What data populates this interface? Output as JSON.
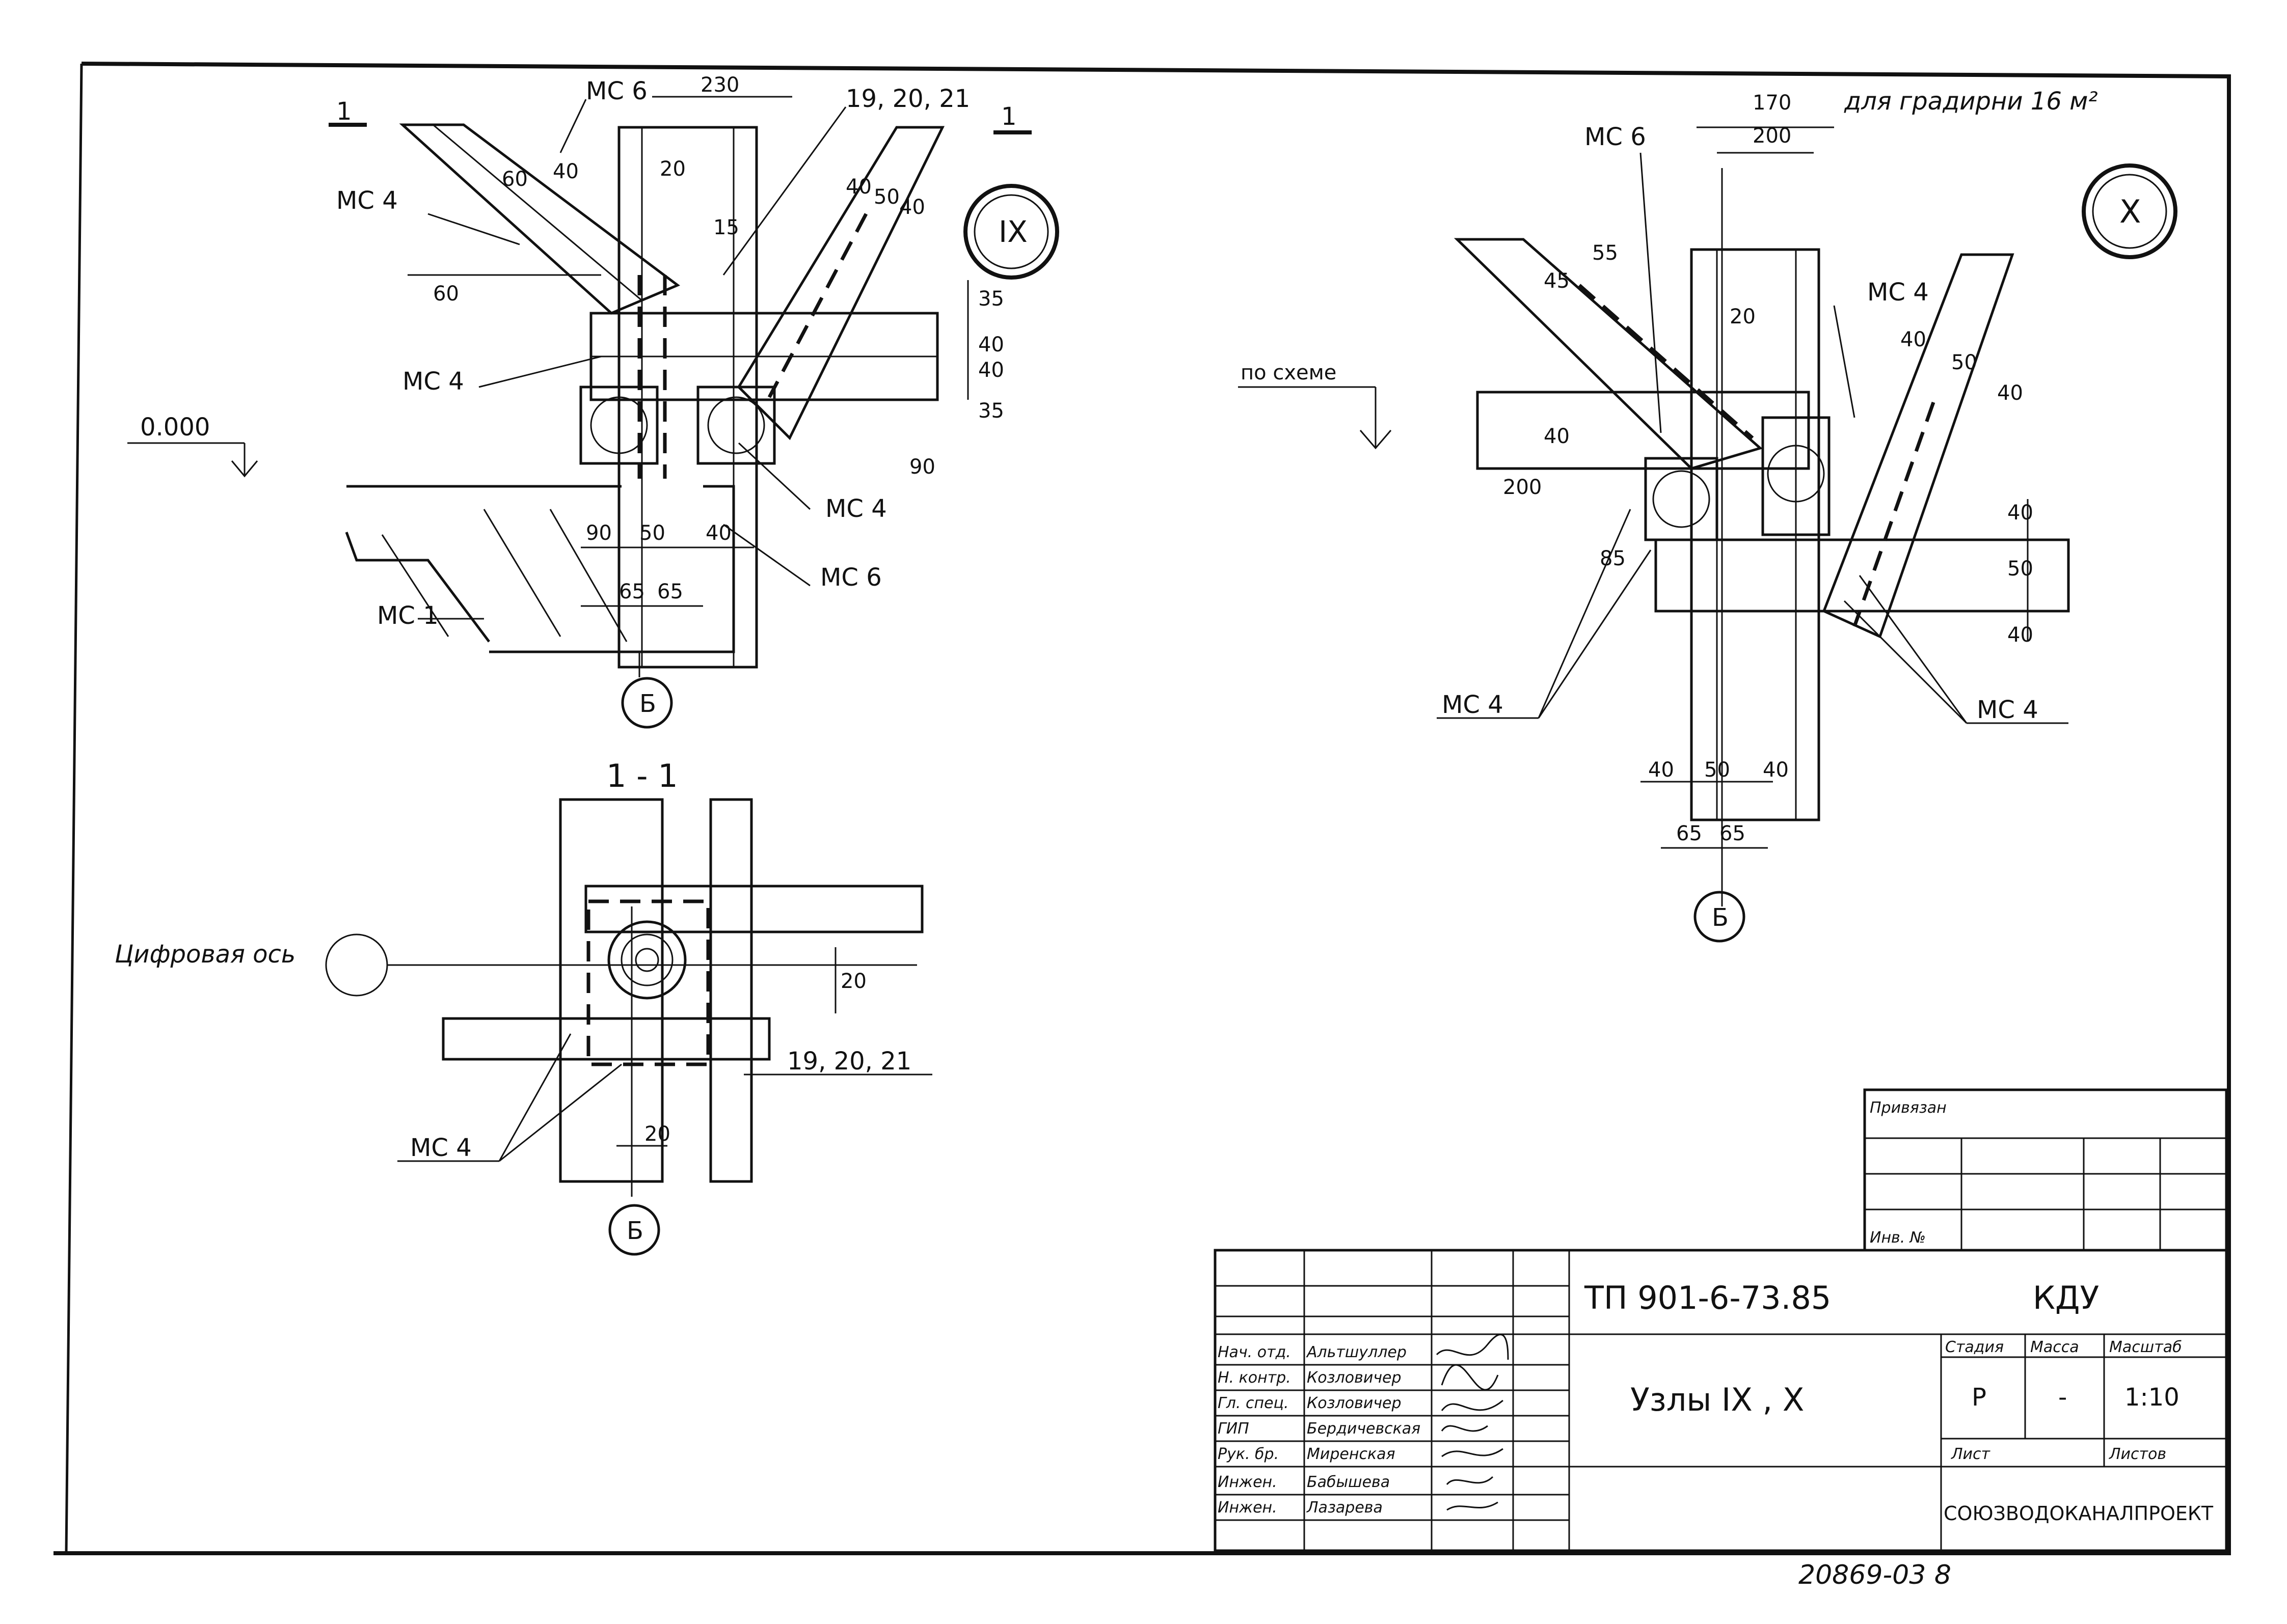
{
  "node_ix": {
    "roman": "IX",
    "section_mark": "1",
    "top_dims": [
      "230",
      "20",
      "40",
      "60",
      "15"
    ],
    "ref_top": "19, 20, 21",
    "right_dims": [
      "35",
      "40",
      "40",
      "35"
    ],
    "brace_dims": [
      "40",
      "50",
      "40",
      "90"
    ],
    "left_dim": "60",
    "level_mark": "0.000",
    "bottom_dims": [
      "90",
      "50",
      "40",
      "65",
      "65"
    ],
    "labels": [
      "МС 6",
      "МС 4",
      "МС 4",
      "МС 4",
      "МС 6",
      "МС 1"
    ],
    "axis": "Б"
  },
  "section_1_1": {
    "title": "1 - 1",
    "axis_caption": "Цифровая ось",
    "dims": [
      "20",
      "20"
    ],
    "ref": "19, 20, 21",
    "label": "МС 4",
    "axis": "Б"
  },
  "node_x": {
    "roman": "X",
    "top_dims": [
      "170",
      "200"
    ],
    "note": "для градирни 16 м²",
    "dims_left": [
      "55",
      "45",
      "20",
      "40",
      "200",
      "85"
    ],
    "brace_dims": [
      "40",
      "50",
      "40"
    ],
    "right_dims": [
      "40",
      "50",
      "40"
    ],
    "bottom_dims": [
      "40",
      "50",
      "40",
      "65",
      "65"
    ],
    "scheme_label": "по схеме",
    "labels": [
      "МС 6",
      "МС 4",
      "МС 4",
      "МС 4"
    ],
    "axis": "Б"
  },
  "stamp": {
    "privyazan": "Привязан",
    "inv_no": "Инв. №",
    "code": "ТП 901-6-73.85",
    "kdu": "КДУ",
    "title": "Узлы IX , X",
    "stage_head": "Стадия",
    "mass_head": "Масса",
    "scale_head": "Масштаб",
    "stage": "Р",
    "mass": "-",
    "scale": "1:10",
    "sheet_label": "Лист",
    "sheets_label": "Листов",
    "org": "СОЮЗВОДОКАНАЛПРОЕКТ",
    "signers": [
      {
        "role": "Нач. отд.",
        "name": "Альтшуллер"
      },
      {
        "role": "Н. контр.",
        "name": "Козловичер"
      },
      {
        "role": "Гл. спец.",
        "name": "Козловичер"
      },
      {
        "role": "ГИП",
        "name": "Бердичевская"
      },
      {
        "role": "Рук. бр.",
        "name": "Миренская"
      },
      {
        "role": "Инжен.",
        "name": "Бабышева"
      },
      {
        "role": "Инжен.",
        "name": "Лазарева"
      }
    ]
  },
  "footer_number": "20869-03 8"
}
